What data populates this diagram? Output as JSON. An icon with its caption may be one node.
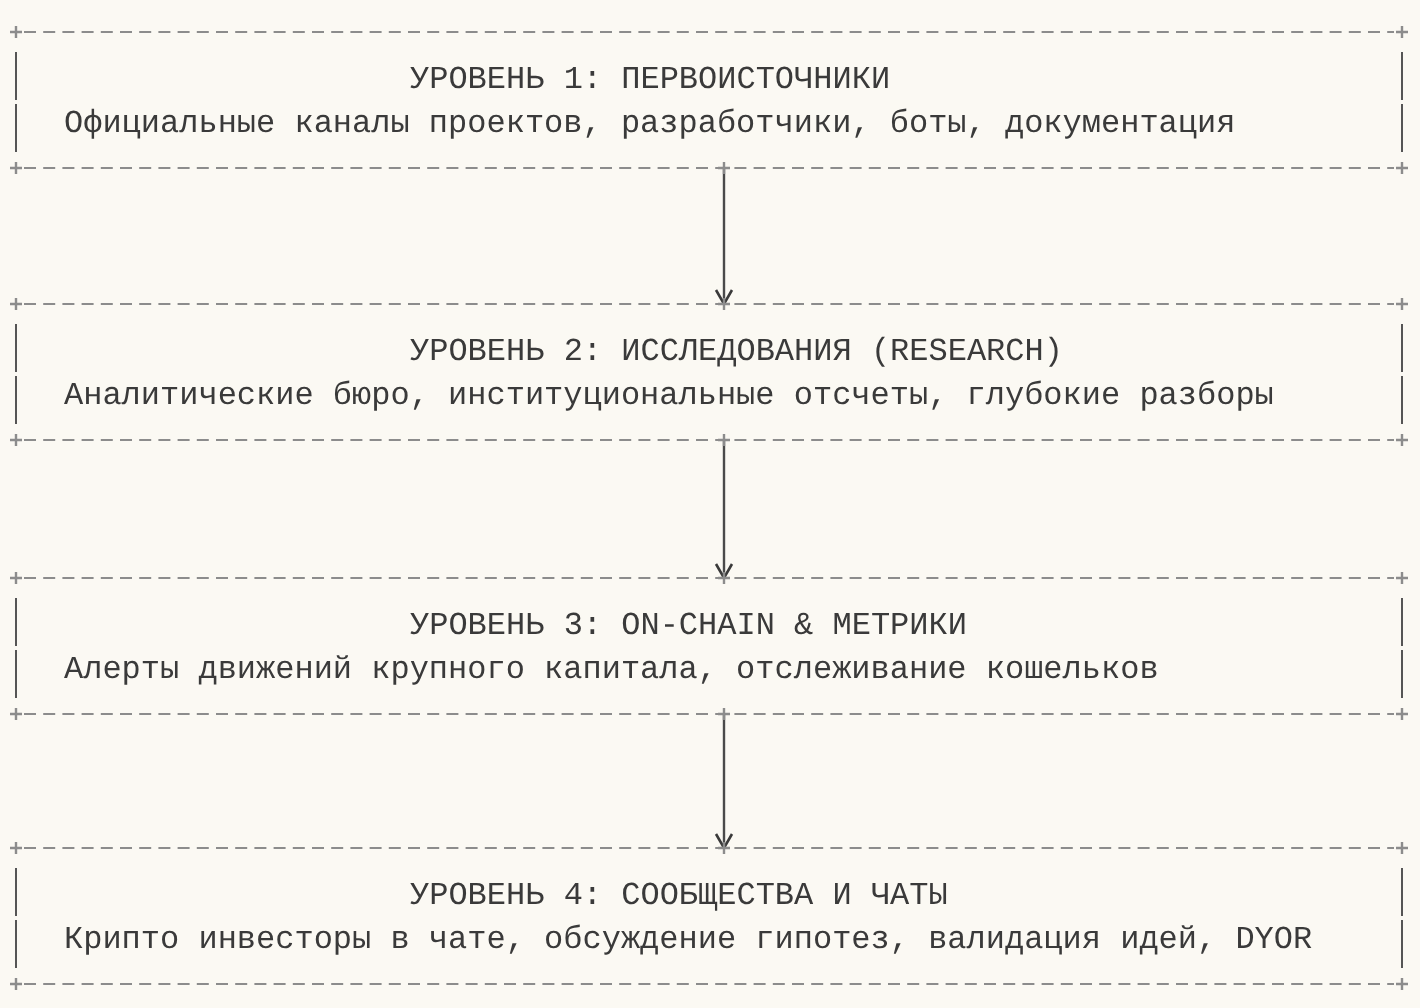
{
  "diagram": {
    "nodes": [
      {
        "text": [
          "УРОВЕНЬ 1: ПЕРВОИСТОЧНИКИ",
          "Официальные каналы проектов, разработчики, боты, документация"
        ]
      },
      {
        "text": [
          "УРОВЕНЬ 2: ИССЛЕДОВАНИЯ (RESEARCH)",
          "Аналитические бюро, институциональные отсчеты, глубокие разборы"
        ]
      },
      {
        "text": [
          "УРОВЕНЬ 3: ON-CHAIN & МЕТРИКИ",
          "Алерты движений крупного капитала, отслеживание кошельков"
        ]
      },
      {
        "text": [
          "УРОВЕНЬ 4: СООБЩЕСТВА И ЧАТЫ",
          "Крипто инвесторы в чате, обсуждение гипотез, валидация идей, DYOR"
        ]
      }
    ],
    "edges": [
      {
        "from": 0,
        "to": 1,
        "arrow": "to"
      },
      {
        "from": 1,
        "to": 2,
        "arrow": "to"
      },
      {
        "from": 2,
        "to": 3,
        "arrow": "to"
      }
    ]
  }
}
